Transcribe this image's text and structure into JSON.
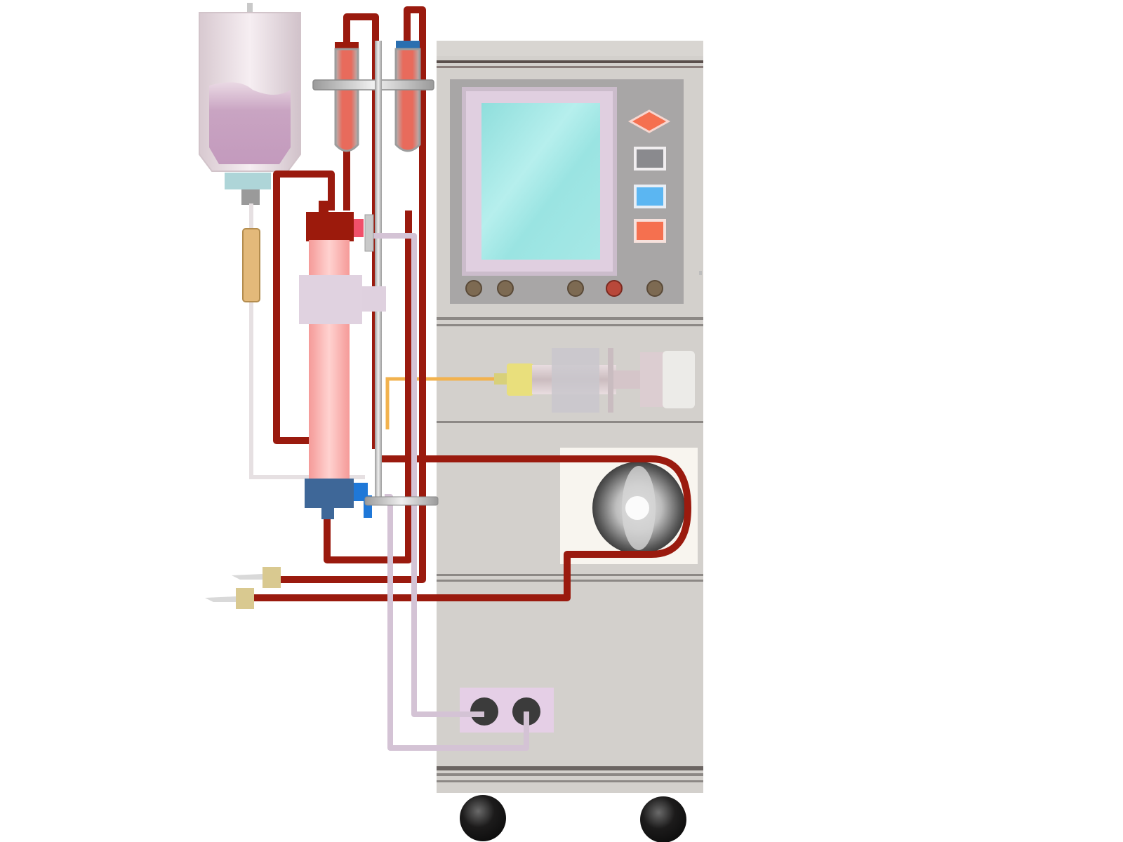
{
  "diagram": {
    "subject": "hemodialysis-machine",
    "colors": {
      "background": "#ffffff",
      "cabinet": "#d3d0cc",
      "cabinet_stripe": "#5a4f4c",
      "blood_line": "#9a1a0e",
      "dialysate_line": "#d4c3d5",
      "saline_line": "#e6e0e2",
      "heparin_line": "#f2b24e",
      "saline_fluid": "#c9a4c2",
      "screen": "#a6e8e6",
      "dialyzer_body": "#fbb6b4",
      "dialyzer_arterial_cap": "#9c1a0c",
      "dialyzer_venous_cap": "#3e6798",
      "pump_housing": "#f8f5ef",
      "wheel": "#1c1b1b",
      "indicator_orange": "#f5704f",
      "indicator_blue": "#5bb6f2",
      "indicator_gray": "#8a8a8e"
    },
    "components": [
      "saline-bag",
      "drip-chamber",
      "arterial-drip-chamber",
      "venous-drip-chamber",
      "dialyzer",
      "heparin-syringe-pump",
      "blood-pump",
      "control-panel",
      "display-screen",
      "dialysate-ports",
      "arterial-needle",
      "venous-needle",
      "wheels"
    ],
    "icons": {
      "alarm": "diamond-indicator-icon",
      "gray_button": "square-button-icon",
      "blue_button": "square-button-icon",
      "orange_button": "square-button-icon",
      "knob": "round-knob-icon"
    }
  }
}
